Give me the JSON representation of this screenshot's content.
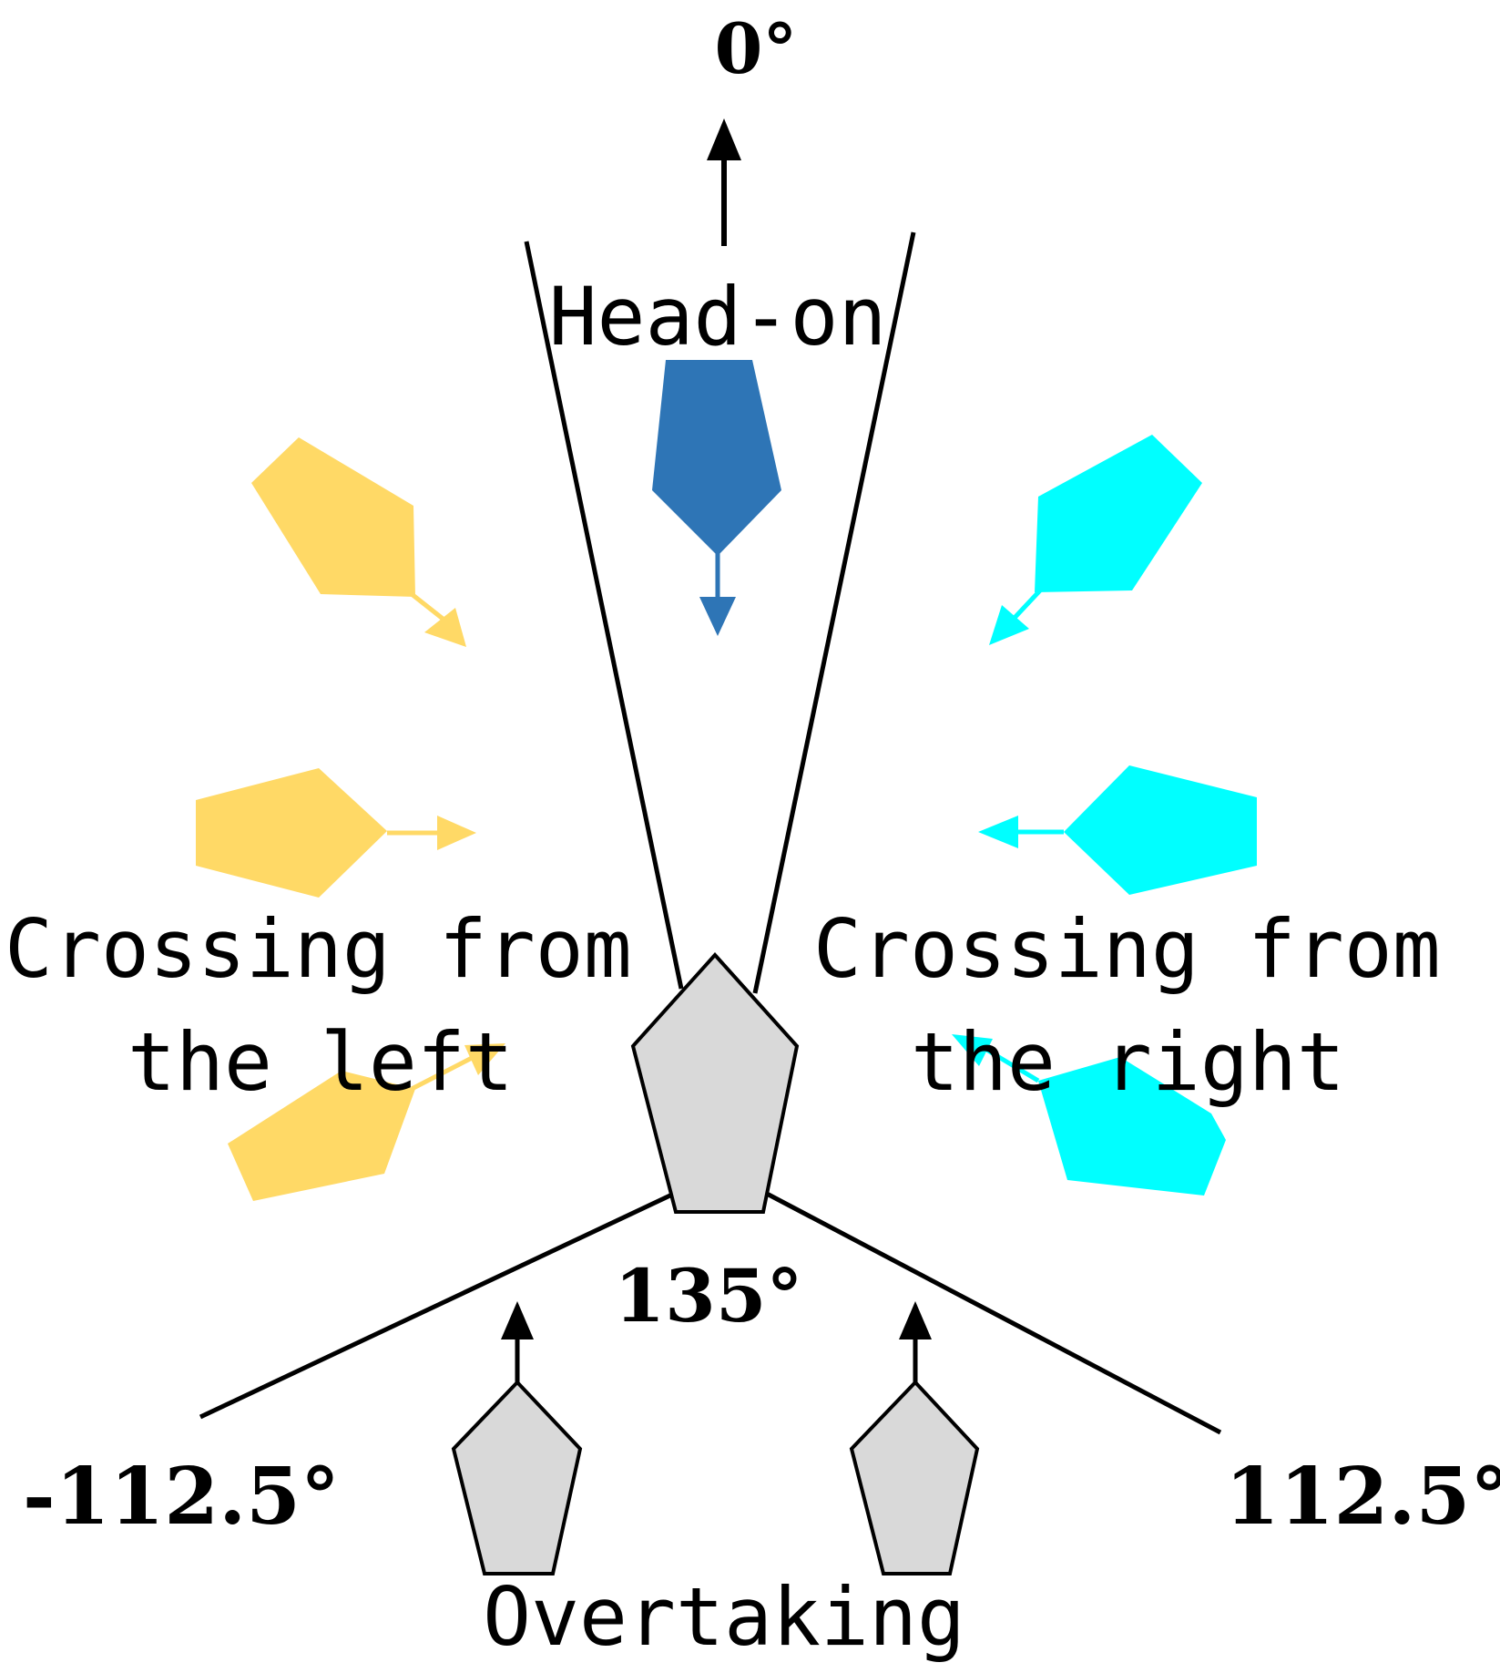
{
  "labels": {
    "top_angle": "0°",
    "head_on": "Head-on",
    "crossing_left_line1": "Crossing from",
    "crossing_left_line2": "the left",
    "crossing_right_line1": "Crossing from",
    "crossing_right_line2": "the right",
    "stern_angle": "135°",
    "left_boundary_angle": "-112.5°",
    "right_boundary_angle": "112.5°",
    "overtaking": "Overtaking"
  },
  "colors": {
    "head_on_vessel": "#2e75b6",
    "crossing_left_vessel": "#ffd966",
    "crossing_right_vessel": "#00ffff",
    "own_and_overtaking_vessel": "#d9d9d9",
    "lines": "#000000"
  }
}
